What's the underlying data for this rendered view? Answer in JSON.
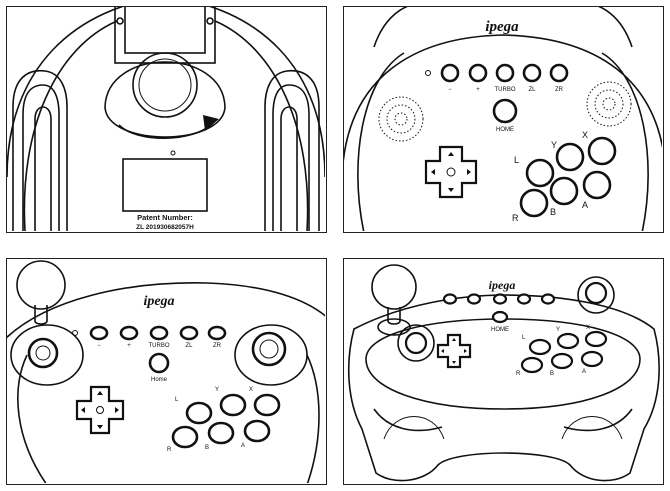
{
  "panels": {
    "back": {
      "patent_title": "Patent Number:",
      "patent_number": "ZL 201930682057H"
    },
    "front": {
      "brand": "ipega",
      "small_buttons": [
        "−",
        "+",
        "TURBO",
        "ZL",
        "ZR"
      ],
      "home_label": "HOME",
      "face_labels": {
        "x": "X",
        "y": "Y",
        "a": "A",
        "b": "B",
        "l": "L",
        "r": "R"
      }
    },
    "angled": {
      "brand": "ipega",
      "small_buttons": [
        "−",
        "+",
        "TURBO",
        "ZL",
        "ZR"
      ],
      "home_label": "Home",
      "face_labels": {
        "x": "X",
        "y": "Y",
        "a": "A",
        "b": "B",
        "l": "L",
        "r": "R"
      }
    },
    "full": {
      "brand": "ipega",
      "home_label": "HOME",
      "face_labels": {
        "x": "X",
        "y": "Y",
        "a": "A",
        "b": "B",
        "l": "L",
        "r": "R"
      }
    }
  }
}
